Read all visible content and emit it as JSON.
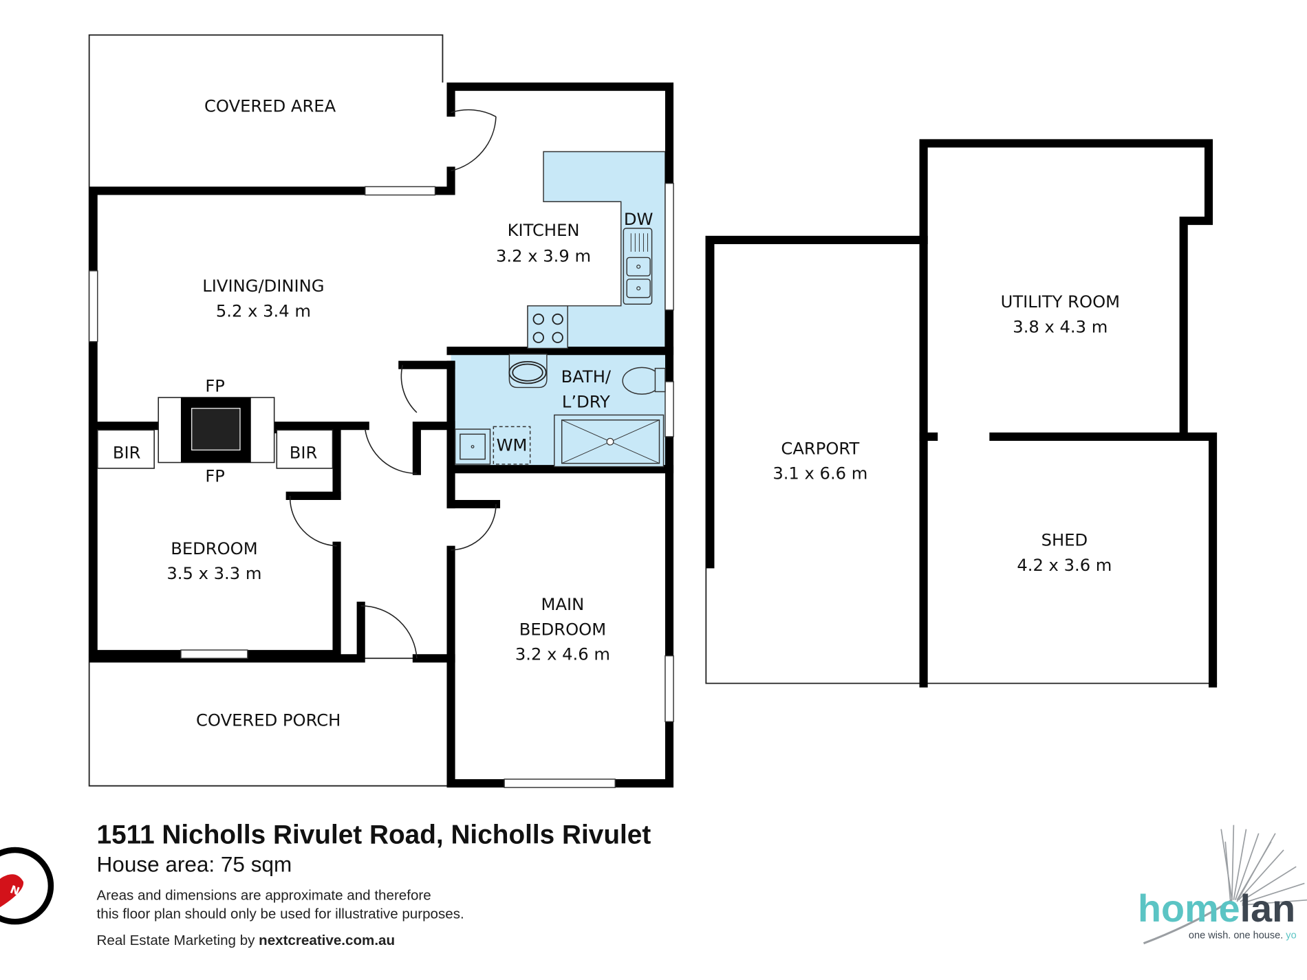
{
  "rooms": {
    "covered_area": {
      "name": "COVERED AREA"
    },
    "kitchen": {
      "name": "KITCHEN",
      "size": "3.2 x 3.9 m"
    },
    "living": {
      "name": "LIVING/DINING",
      "size": "5.2 x 3.4 m"
    },
    "bath": {
      "name1": "BATH/",
      "name2": "L’DRY"
    },
    "bedroom": {
      "name": "BEDROOM",
      "size": "3.5 x 3.3 m"
    },
    "main_bedroom": {
      "name1": "MAIN",
      "name2": "BEDROOM",
      "size": "3.2 x 4.6 m"
    },
    "covered_porch": {
      "name": "COVERED PORCH"
    },
    "carport": {
      "name": "CARPORT",
      "size": "3.1 x 6.6 m"
    },
    "utility": {
      "name": "UTILITY ROOM",
      "size": "3.8 x 4.3 m"
    },
    "shed": {
      "name": "SHED",
      "size": "4.2 x 3.6 m"
    }
  },
  "fixtures": {
    "dw": "DW",
    "wm": "WM",
    "fp_top": "FP",
    "fp_bottom": "FP",
    "bir_left": "BIR",
    "bir_right": "BIR"
  },
  "footer": {
    "address": "1511 Nicholls Rivulet Road, Nicholls Rivulet",
    "house_area": "House area: 75 sqm",
    "disclaimer_line1": "Areas and dimensions are approximate and therefore",
    "disclaimer_line2": "this floor plan should only be used for illustrative purposes.",
    "credit_prefix": "Real Estate Marketing by ",
    "credit_site": "nextcreative.com.au"
  },
  "compass": {
    "letter": "N",
    "icon": "north-compass-icon"
  },
  "logo": {
    "brand_a": "home",
    "brand_b": "lan",
    "tagline_a": "one wish. one house. ",
    "tagline_b": "yo"
  },
  "colors": {
    "wet_area": "#c8e8f7",
    "wall": "#000000",
    "compass_red": "#d3121a",
    "logo_teal": "#5bc4c4",
    "logo_dark": "#3d4650"
  }
}
